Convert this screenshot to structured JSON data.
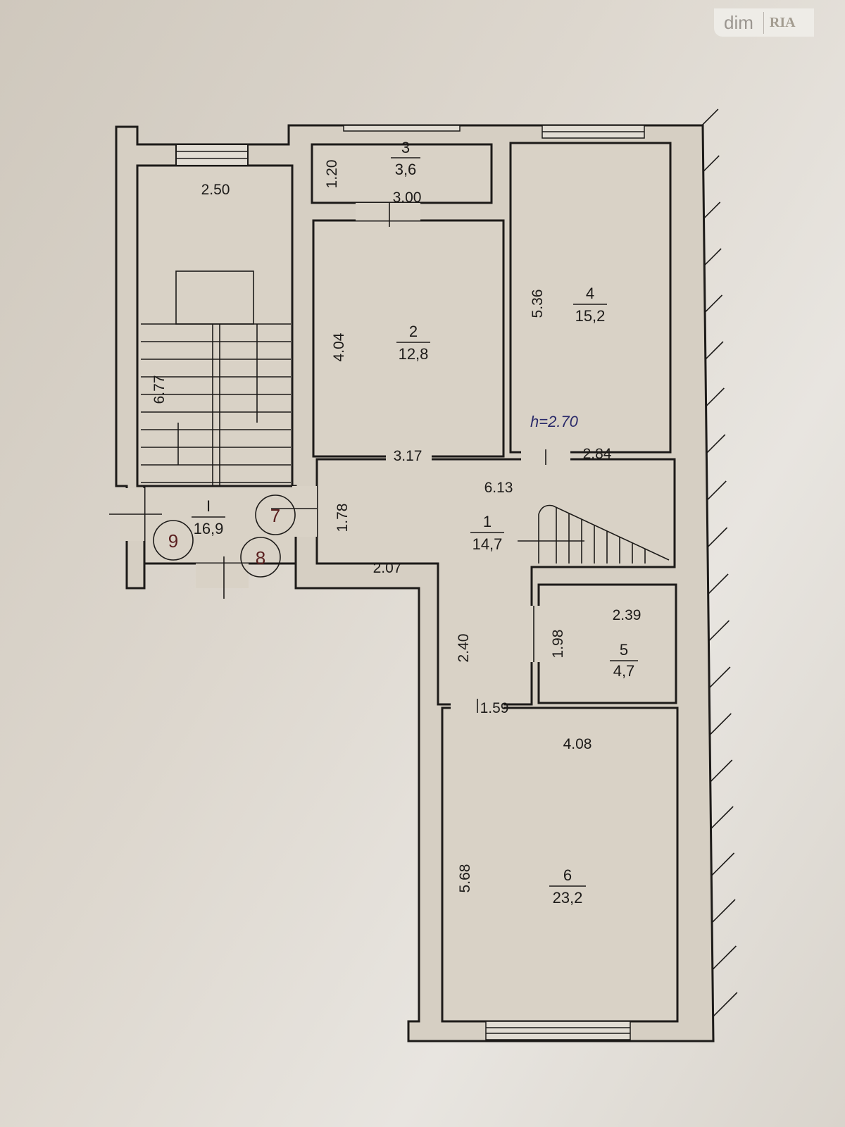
{
  "watermark": {
    "left": "dim",
    "right": "RIA"
  },
  "ceiling_height": "h=2.70",
  "rooms": [
    {
      "number": "I",
      "area": "16,9"
    },
    {
      "number": "1",
      "area": "14,7"
    },
    {
      "number": "2",
      "area": "12,8"
    },
    {
      "number": "3",
      "area": "3,6"
    },
    {
      "number": "4",
      "area": "15,2"
    },
    {
      "number": "5",
      "area": "4,7"
    },
    {
      "number": "6",
      "area": "23,2"
    }
  ],
  "markers": [
    "7",
    "8",
    "9"
  ],
  "dimensions": {
    "stair_width": "2.50",
    "stair_length": "6.77",
    "lobby_depth": "1.78",
    "r3_depth": "1.20",
    "r3_width": "3.00",
    "r2_depth": "4.04",
    "r2_width": "3.17",
    "r4_depth": "5.36",
    "r4_width": "2.84",
    "corridor_length": "6.13",
    "corridor_a": "2.07",
    "corridor_b": "2.40",
    "corridor_c": "1.59",
    "r5_width": "2.39",
    "r5_depth": "1.98",
    "r6_width": "4.08",
    "r6_depth": "5.68"
  }
}
